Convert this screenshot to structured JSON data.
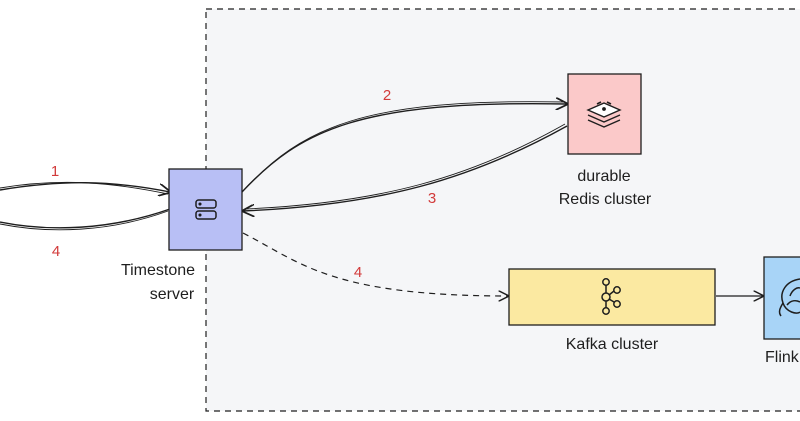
{
  "nodes": {
    "timestone": {
      "label_line1": "Timestone",
      "label_line2": "server",
      "icon": "server-icon",
      "color": "#b8bff5"
    },
    "redis": {
      "label_line1": "durable",
      "label_line2": "Redis cluster",
      "icon": "redis-icon",
      "color": "#fbc9c9"
    },
    "kafka": {
      "label": "Kafka cluster",
      "icon": "kafka-icon",
      "color": "#fbe9a1"
    },
    "flink": {
      "label": "Flink",
      "icon": "flink-icon",
      "color": "#a8d4f7"
    }
  },
  "edges": {
    "client_to_timestone": "1",
    "timestone_to_client": "4",
    "timestone_to_redis": "2",
    "redis_to_timestone": "3",
    "timestone_to_kafka": "4"
  },
  "colors": {
    "step_number": "#d23a3a",
    "boundary_fill": "#f5f6f8",
    "stroke": "#1e1e1e"
  }
}
